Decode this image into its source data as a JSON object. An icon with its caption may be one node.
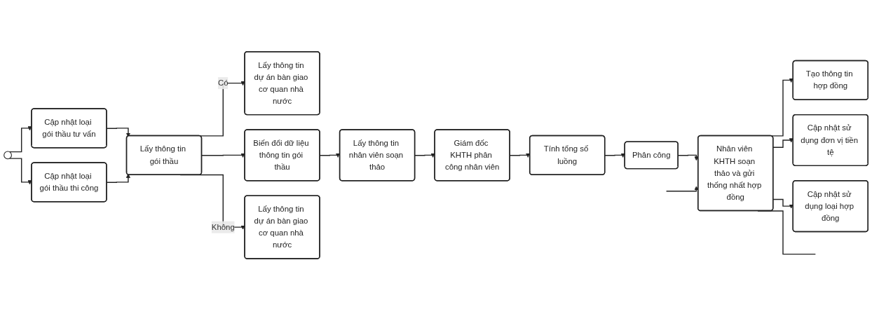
{
  "diagram": {
    "nodes": [
      {
        "text": [],
        "shape": "circle"
      },
      {
        "text": [
          "Cập nhật loại gói thầu tư vấn"
        ]
      },
      {
        "text": [
          "Cập nhật loại gói thầu thi công"
        ]
      },
      {
        "text": [
          "Lấy thông tin gói thầu"
        ]
      },
      {
        "text": [
          "Lấy thông tin dự án bàn giao cơ quan nhà nước"
        ]
      },
      {
        "text": [
          "Biến đổi dữ liệu thông tin gói thầu"
        ]
      },
      {
        "text": [
          "Lấy thông tin dự án bàn giao cơ quan nhà nước"
        ]
      },
      {
        "text": [
          "Lấy thông tin nhân viên soạn thảo"
        ]
      },
      {
        "text": [
          "Giám đốc KHTH phân công nhân viên"
        ]
      },
      {
        "text": [
          "Tính tổng số luồng"
        ]
      },
      {
        "text": [
          "Phân công"
        ]
      },
      {
        "text": [
          "Nhân viên KHTH soạn thảo và gửi thống nhất hợp đồng"
        ]
      },
      {
        "text": [
          "Tạo thông tin hợp đồng"
        ]
      },
      {
        "text": [
          "Cập nhật sử dụng đơn vị tiền tệ"
        ]
      },
      {
        "text": [
          "Cập nhật sử dụng loại hợp đồng"
        ]
      }
    ],
    "edges": [
      {
        "from": 0,
        "to": 1,
        "arrow": "to"
      },
      {
        "from": 0,
        "to": 2,
        "arrow": "to"
      },
      {
        "from": 1,
        "to": 3,
        "arrow": "to"
      },
      {
        "from": 2,
        "to": 3,
        "arrow": "to"
      },
      {
        "from": 3,
        "to": 4,
        "arrow": "to",
        "label": "Có"
      },
      {
        "from": 3,
        "to": 5,
        "arrow": "to"
      },
      {
        "from": 3,
        "to": 6,
        "arrow": "to",
        "label": "Không"
      },
      {
        "from": 5,
        "to": 7,
        "arrow": "to"
      },
      {
        "from": 7,
        "to": 8,
        "arrow": "to"
      },
      {
        "from": 8,
        "to": 9,
        "arrow": "to"
      },
      {
        "from": 9,
        "to": 10,
        "arrow": "to"
      },
      {
        "from": 10,
        "to": 11,
        "arrow": "to"
      },
      {
        "from": 11,
        "to": 12,
        "arrow": "to"
      },
      {
        "from": 11,
        "to": 13,
        "arrow": "to"
      },
      {
        "from": 11,
        "to": 14,
        "arrow": "to"
      },
      {
        "from": 11,
        "to": null,
        "arrow": "none"
      },
      {
        "from": null,
        "to": 11,
        "arrow": "to"
      }
    ]
  }
}
